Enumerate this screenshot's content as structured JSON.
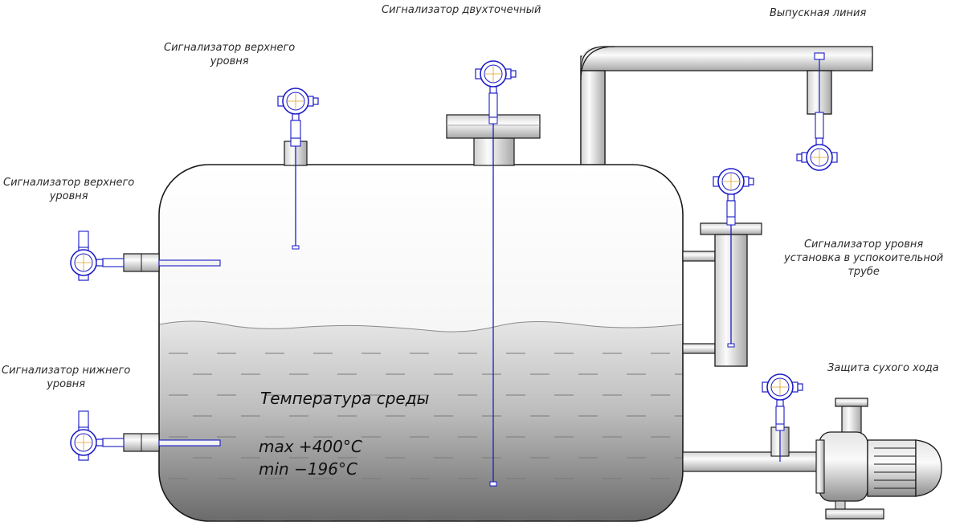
{
  "labels": {
    "two_point": "Сигнализатор двухточечный",
    "outlet_line": "Выпускная линия",
    "upper_top": [
      "Сигнализатор верхнего",
      "уровня"
    ],
    "upper_side": [
      "Сигнализатор верхнего",
      "уровня"
    ],
    "lower_side": [
      "Сигнализатор нижнего",
      "уровня"
    ],
    "stilling": [
      "Сигнализатор уровня",
      "установка в успокоительной",
      "трубе"
    ],
    "dry_run": "Защита сухого хода"
  },
  "temperature": {
    "title": "Температура среды",
    "max": "max +400°C",
    "min": "min −196°C"
  },
  "colors": {
    "outline": "#1a1a1a",
    "sensor_blue": "#1c1cc8",
    "liquid_top": "#dcdcdc",
    "liquid_bottom": "#6e6e6e",
    "pipe_light": "#f4f4f4",
    "pipe_dark": "#b9b9b9"
  }
}
